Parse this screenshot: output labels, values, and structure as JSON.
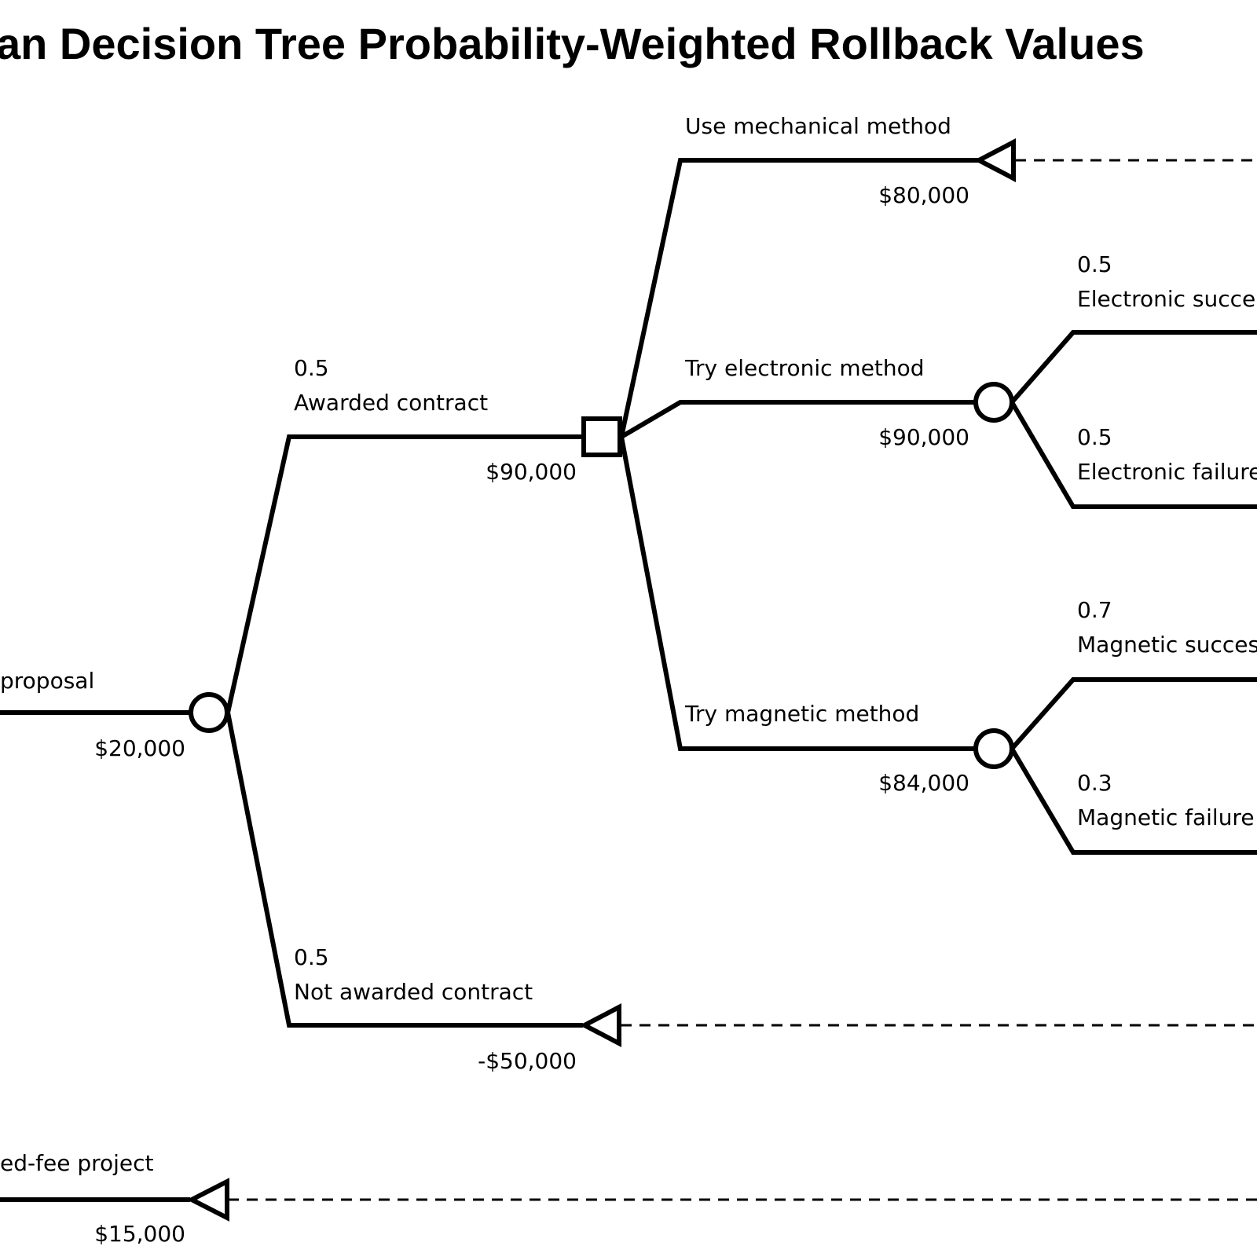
{
  "title": "an Decision Tree Probability-Weighted Rollback Values",
  "branches": {
    "submit_proposal": {
      "label": "proposal",
      "value": "$20,000"
    },
    "fixed_fee_project": {
      "label": "ed-fee project",
      "value": "$15,000"
    },
    "awarded_contract": {
      "probability": "0.5",
      "label": "Awarded contract",
      "value": "$90,000"
    },
    "not_awarded_contract": {
      "probability": "0.5",
      "label": "Not awarded contract",
      "value": "-$50,000"
    },
    "use_mechanical_method": {
      "label": "Use mechanical method",
      "value": "$80,000"
    },
    "try_electronic_method": {
      "label": "Try electronic method",
      "value": "$90,000"
    },
    "try_magnetic_method": {
      "label": "Try magnetic method",
      "value": "$84,000"
    },
    "electronic_success": {
      "probability": "0.5",
      "label": "Electronic succe"
    },
    "electronic_failure": {
      "probability": "0.5",
      "label": "Electronic failure"
    },
    "magnetic_success": {
      "probability": "0.7",
      "label": "Magnetic succes"
    },
    "magnetic_failure": {
      "probability": "0.3",
      "label": "Magnetic failure"
    }
  }
}
